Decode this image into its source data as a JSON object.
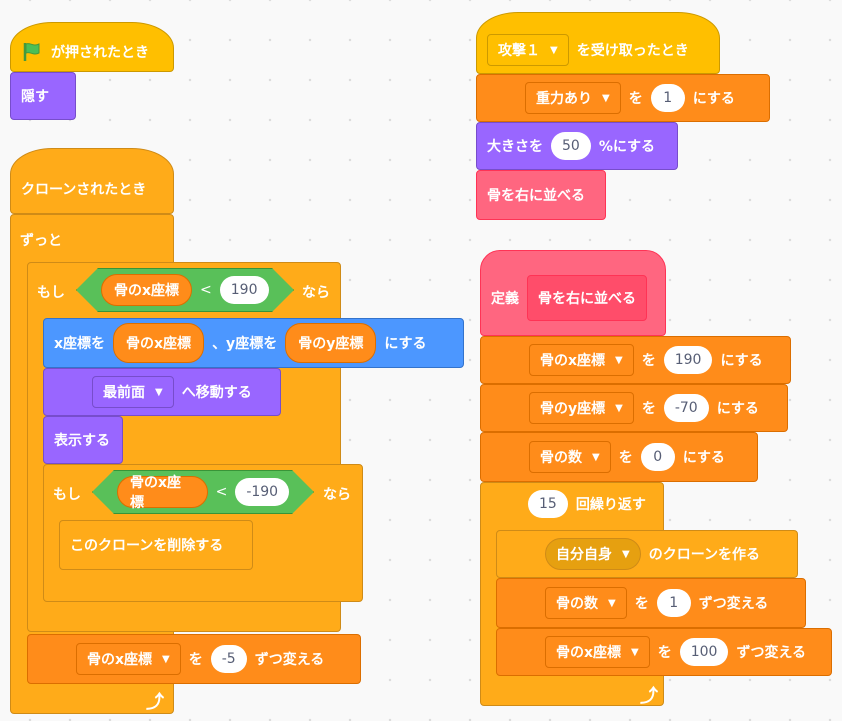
{
  "left_script_1": {
    "hat_label": "が押されたとき",
    "hide_label": "隠す"
  },
  "left_script_2": {
    "hat_label": "クローンされたとき",
    "forever_label": "ずっと",
    "if1": {
      "if_label": "もし",
      "var": "骨のx座標",
      "op": "<",
      "value": "190",
      "then_label": "なら"
    },
    "goto": {
      "x_label": "x座標を",
      "x_var": "骨のx座標",
      "y_label": "、y座標を",
      "y_var": "骨のy座標",
      "suffix": "にする"
    },
    "layer": {
      "option": "最前面",
      "suffix": "へ移動する"
    },
    "show_label": "表示する",
    "if2": {
      "if_label": "もし",
      "var": "骨のx座標",
      "op": "<",
      "value": "-190",
      "then_label": "なら"
    },
    "delete_clone_label": "このクローンを削除する",
    "change": {
      "var": "骨のx座標",
      "by_label": "を",
      "value": "-5",
      "suffix": "ずつ変える"
    }
  },
  "right_script_1": {
    "hat_message": "攻撃１",
    "hat_suffix": "を受け取ったとき",
    "set_gravity": {
      "var": "重力あり",
      "to_label": "を",
      "value": "1",
      "suffix": "にする"
    },
    "size": {
      "prefix": "大きさを",
      "value": "50",
      "suffix": "%にする"
    },
    "call_label": "骨を右に並べる"
  },
  "right_script_2": {
    "define_label": "定義",
    "proc_name": "骨を右に並べる",
    "set_x": {
      "var": "骨のx座標",
      "to_label": "を",
      "value": "190",
      "suffix": "にする"
    },
    "set_y": {
      "var": "骨のy座標",
      "to_label": "を",
      "value": "-70",
      "suffix": "にする"
    },
    "set_n": {
      "var": "骨の数",
      "to_label": "を",
      "value": "0",
      "suffix": "にする"
    },
    "repeat": {
      "count": "15",
      "suffix": "回繰り返す"
    },
    "clone": {
      "target": "自分自身",
      "suffix": "のクローンを作る"
    },
    "change_n": {
      "var": "骨の数",
      "by_label": "を",
      "value": "1",
      "suffix": "ずつ変える"
    },
    "change_x": {
      "var": "骨のx座標",
      "by_label": "を",
      "value": "100",
      "suffix": "ずつ変える"
    }
  },
  "colors": {
    "events": "#ffbf00",
    "control": "#ffab19",
    "looks": "#9966ff",
    "motion": "#4c97ff",
    "variables": "#ff8c1a",
    "my_blocks": "#ff6680",
    "operators": "#59c059",
    "flag": "#4cbf56"
  },
  "icons": {
    "flag": "green-flag-icon",
    "loop": "loop-arrow-icon",
    "dropdown": "caret-down-icon"
  }
}
